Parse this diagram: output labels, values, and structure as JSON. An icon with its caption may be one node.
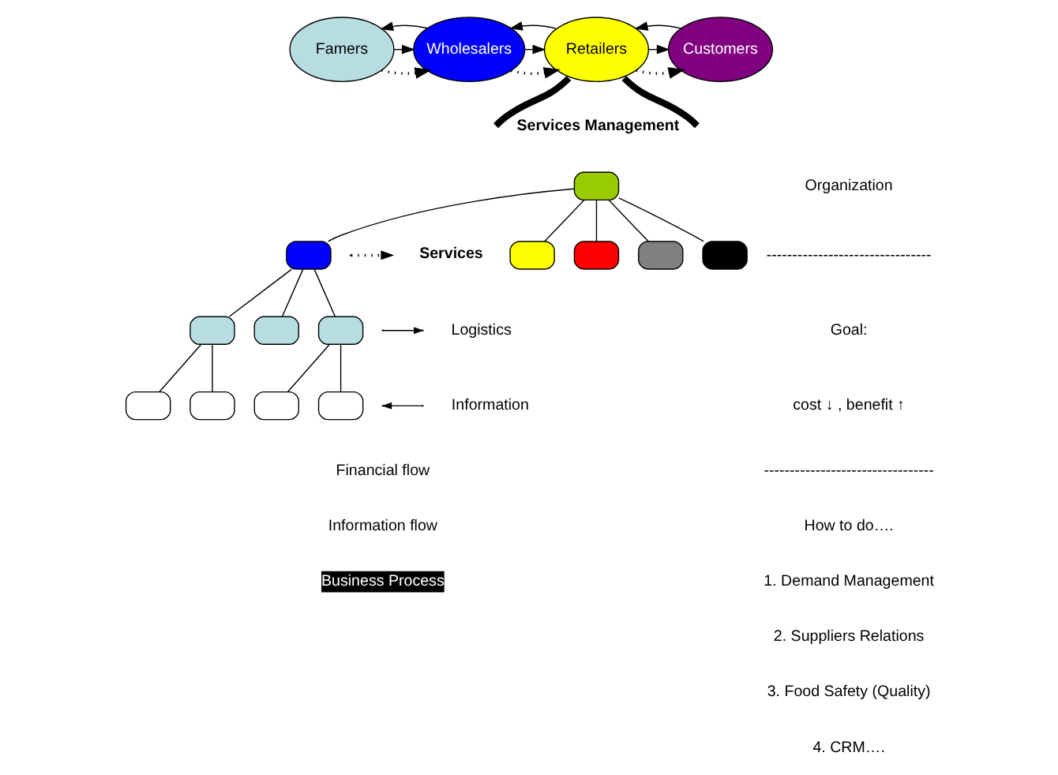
{
  "diagram": {
    "nodes": [
      {
        "text": [
          "Famers"
        ]
      },
      {
        "text": [
          "Wholesalers"
        ]
      },
      {
        "text": [
          "Retailers"
        ]
      },
      {
        "text": [
          "Customers"
        ]
      },
      {
        "text": [],
        "shape": "box"
      },
      {
        "text": [],
        "shape": "box"
      },
      {
        "text": [],
        "shape": "box"
      },
      {
        "text": [],
        "shape": "box"
      },
      {
        "text": [],
        "shape": "box"
      },
      {
        "text": [],
        "shape": "box"
      },
      {
        "text": [],
        "shape": "box"
      },
      {
        "text": [],
        "shape": "box"
      },
      {
        "text": [],
        "shape": "box"
      },
      {
        "text": [],
        "shape": "box"
      },
      {
        "text": [],
        "shape": "box"
      },
      {
        "text": [],
        "shape": "box"
      },
      {
        "text": [],
        "shape": "box"
      }
    ],
    "edges": [
      {
        "from": 0,
        "to": 1,
        "arrow": "to",
        "style": "dashed"
      },
      {
        "from": 0,
        "to": 1,
        "arrow": "to"
      },
      {
        "from": 1,
        "to": 0,
        "arrow": "to"
      },
      {
        "from": 1,
        "to": 2,
        "arrow": "to",
        "style": "dashed"
      },
      {
        "from": 1,
        "to": 2,
        "arrow": "to"
      },
      {
        "from": 2,
        "to": 1,
        "arrow": "to"
      },
      {
        "from": 2,
        "to": 3,
        "arrow": "to",
        "style": "dashed"
      },
      {
        "from": 2,
        "to": 3,
        "arrow": "to"
      },
      {
        "from": 3,
        "to": 2,
        "arrow": "to"
      },
      {
        "from": 2,
        "to": null,
        "arrow": "none",
        "style": "thick"
      },
      {
        "from": 2,
        "to": null,
        "arrow": "none",
        "style": "thick"
      },
      {
        "from": 4,
        "to": 5,
        "arrow": "none"
      },
      {
        "from": 4,
        "to": 6,
        "arrow": "none"
      },
      {
        "from": 4,
        "to": 7,
        "arrow": "none"
      },
      {
        "from": 4,
        "to": 8,
        "arrow": "none"
      },
      {
        "from": 4,
        "to": 9,
        "arrow": "none"
      },
      {
        "from": 5,
        "to": 10,
        "arrow": "none"
      },
      {
        "from": 5,
        "to": 11,
        "arrow": "none"
      },
      {
        "from": 5,
        "to": 12,
        "arrow": "none"
      },
      {
        "from": 10,
        "to": 13,
        "arrow": "none"
      },
      {
        "from": 10,
        "to": 14,
        "arrow": "none"
      },
      {
        "from": 12,
        "to": 15,
        "arrow": "none"
      },
      {
        "from": 12,
        "to": 16,
        "arrow": "none"
      }
    ],
    "labels": [
      "Services Management",
      "Organization",
      "--------------------------------",
      "Goal:",
      "cost ↓ , benefit ↑",
      "---------------------------------",
      "How to do….",
      "1. Demand Management",
      "2. Suppliers Relations",
      "3. Food Safety (Quality)",
      "4. CRM….",
      "Financial flow",
      "Information flow",
      "Business Process"
    ],
    "legend": [
      {
        "text": "Services"
      },
      {
        "text": "Logistics"
      },
      {
        "text": "Information"
      }
    ]
  }
}
